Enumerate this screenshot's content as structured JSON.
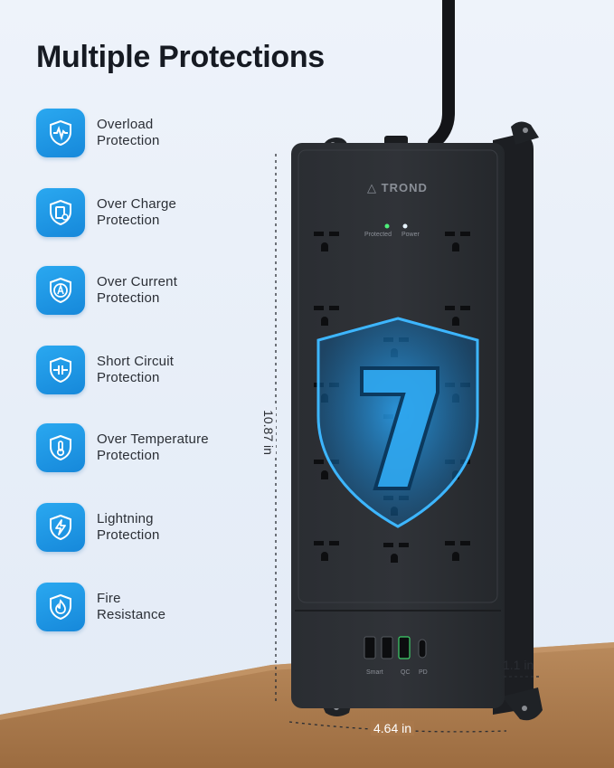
{
  "title": "Multiple Protections",
  "features": [
    {
      "label": "Overload\nProtection",
      "icon": "heartbeat-shield-icon"
    },
    {
      "label": "Over Charge\nProtection",
      "icon": "battery-shield-icon"
    },
    {
      "label": "Over Current\nProtection",
      "icon": "current-shield-icon"
    },
    {
      "label": "Short Circuit\nProtection",
      "icon": "circuit-shield-icon"
    },
    {
      "label": "Over Temperature\nProtection",
      "icon": "thermometer-shield-icon"
    },
    {
      "label": "Lightning\nProtection",
      "icon": "lightning-shield-icon"
    },
    {
      "label": "Fire\nResistance",
      "icon": "flame-shield-icon"
    }
  ],
  "product": {
    "brand": "TROND",
    "indicator_protected": "Protected",
    "indicator_power": "Power",
    "shield_number": "7",
    "usb_labels": {
      "smart": "Smart",
      "qc": "QC",
      "pd": "PD"
    }
  },
  "dimensions": {
    "height": "10.87 in",
    "width": "4.64 in",
    "depth": "1.1 in"
  },
  "colors": {
    "accent": "#1a96e6",
    "strip": "#26292e",
    "background": "#e9eff8"
  }
}
